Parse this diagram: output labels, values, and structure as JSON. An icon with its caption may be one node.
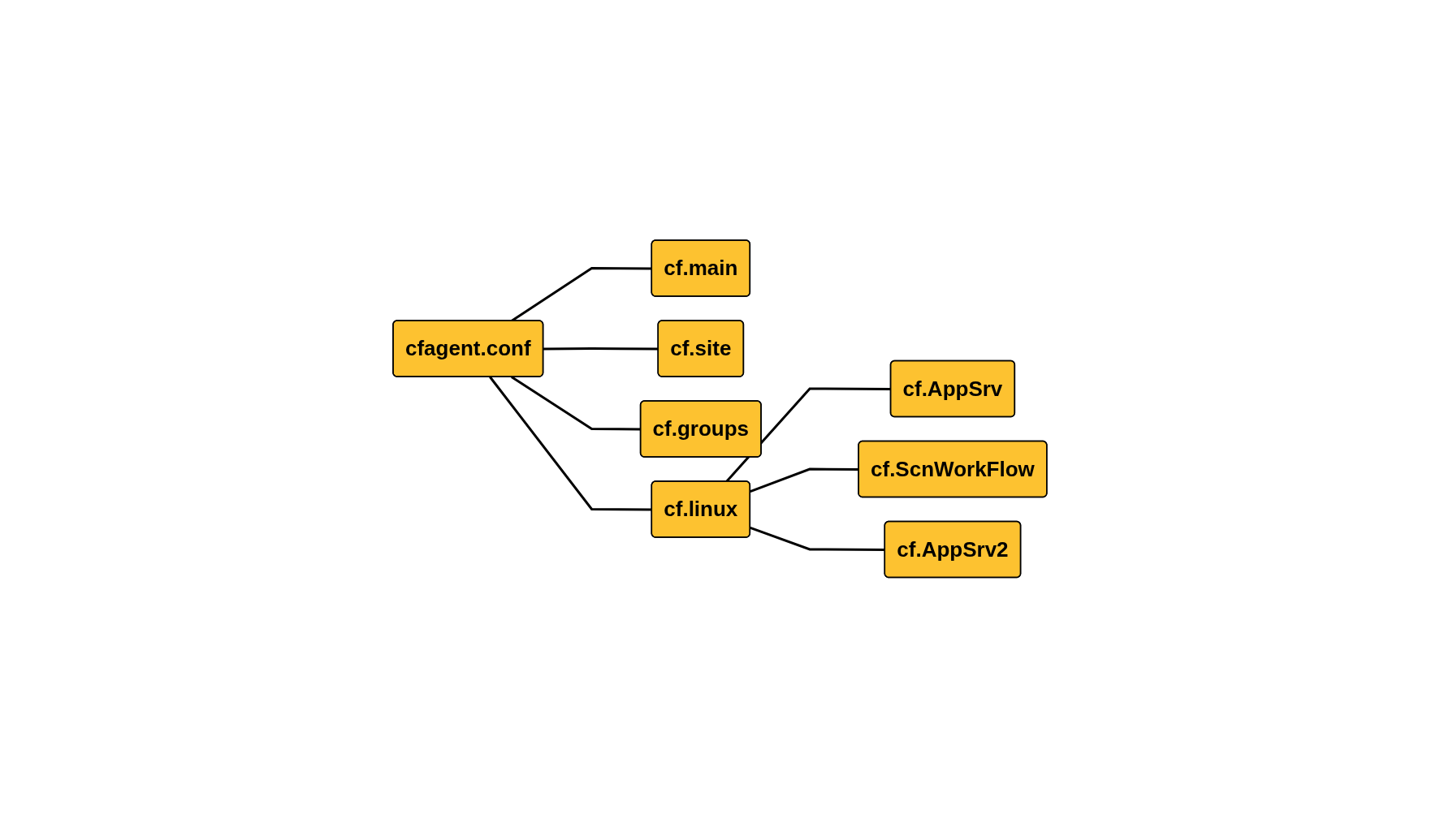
{
  "diagram": {
    "nodes": [
      {
        "text": [
          "cfagent.conf"
        ]
      },
      {
        "text": [
          "cf.main"
        ]
      },
      {
        "text": [
          "cf.site"
        ]
      },
      {
        "text": [
          "cf.groups"
        ]
      },
      {
        "text": [
          "cf.linux"
        ]
      },
      {
        "text": [
          "cf.AppSrv"
        ]
      },
      {
        "text": [
          "cf.ScnWorkFlow"
        ]
      },
      {
        "text": [
          "cf.AppSrv2"
        ]
      }
    ],
    "edges": [
      {
        "from": 0,
        "to": 1,
        "arrow": "none"
      },
      {
        "from": 0,
        "to": 2,
        "arrow": "none"
      },
      {
        "from": 0,
        "to": 3,
        "arrow": "none"
      },
      {
        "from": 0,
        "to": 4,
        "arrow": "none"
      },
      {
        "from": 4,
        "to": 5,
        "arrow": "none"
      },
      {
        "from": 4,
        "to": 6,
        "arrow": "none"
      },
      {
        "from": 4,
        "to": 7,
        "arrow": "none"
      }
    ]
  }
}
